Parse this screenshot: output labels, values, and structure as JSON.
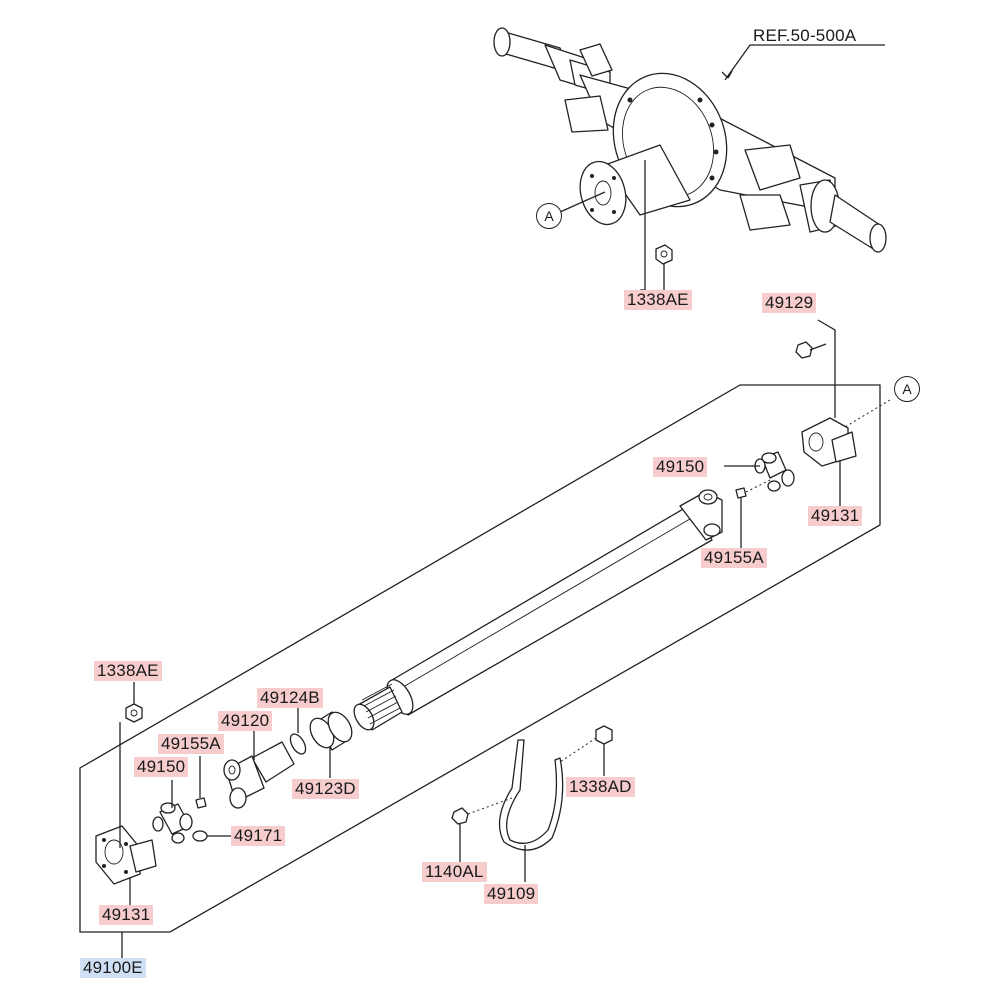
{
  "reference": {
    "text": "REF.50-500A"
  },
  "callouts": {
    "top": "A",
    "right": "A"
  },
  "labels": {
    "nut_top": "1338AE",
    "bolt_49129": "49129",
    "joint_49150_right": "49150",
    "flange_49131_right": "49131",
    "grease_49155A_right": "49155A",
    "nut_left": "1338AE",
    "ring_49124B": "49124B",
    "yoke_49120": "49120",
    "grease_49155A_left": "49155A",
    "joint_49150_left": "49150",
    "seal_49123D": "49123D",
    "clip_49171": "49171",
    "flange_49131_left": "49131",
    "assembly_49100E": "49100E",
    "nut_1338AD": "1338AD",
    "bolt_1140AL": "1140AL",
    "bracket_49109": "49109"
  },
  "colors": {
    "part_label_bg": "#f6cccc",
    "selected_label_bg": "#cfe0f5",
    "line": "#222222"
  }
}
